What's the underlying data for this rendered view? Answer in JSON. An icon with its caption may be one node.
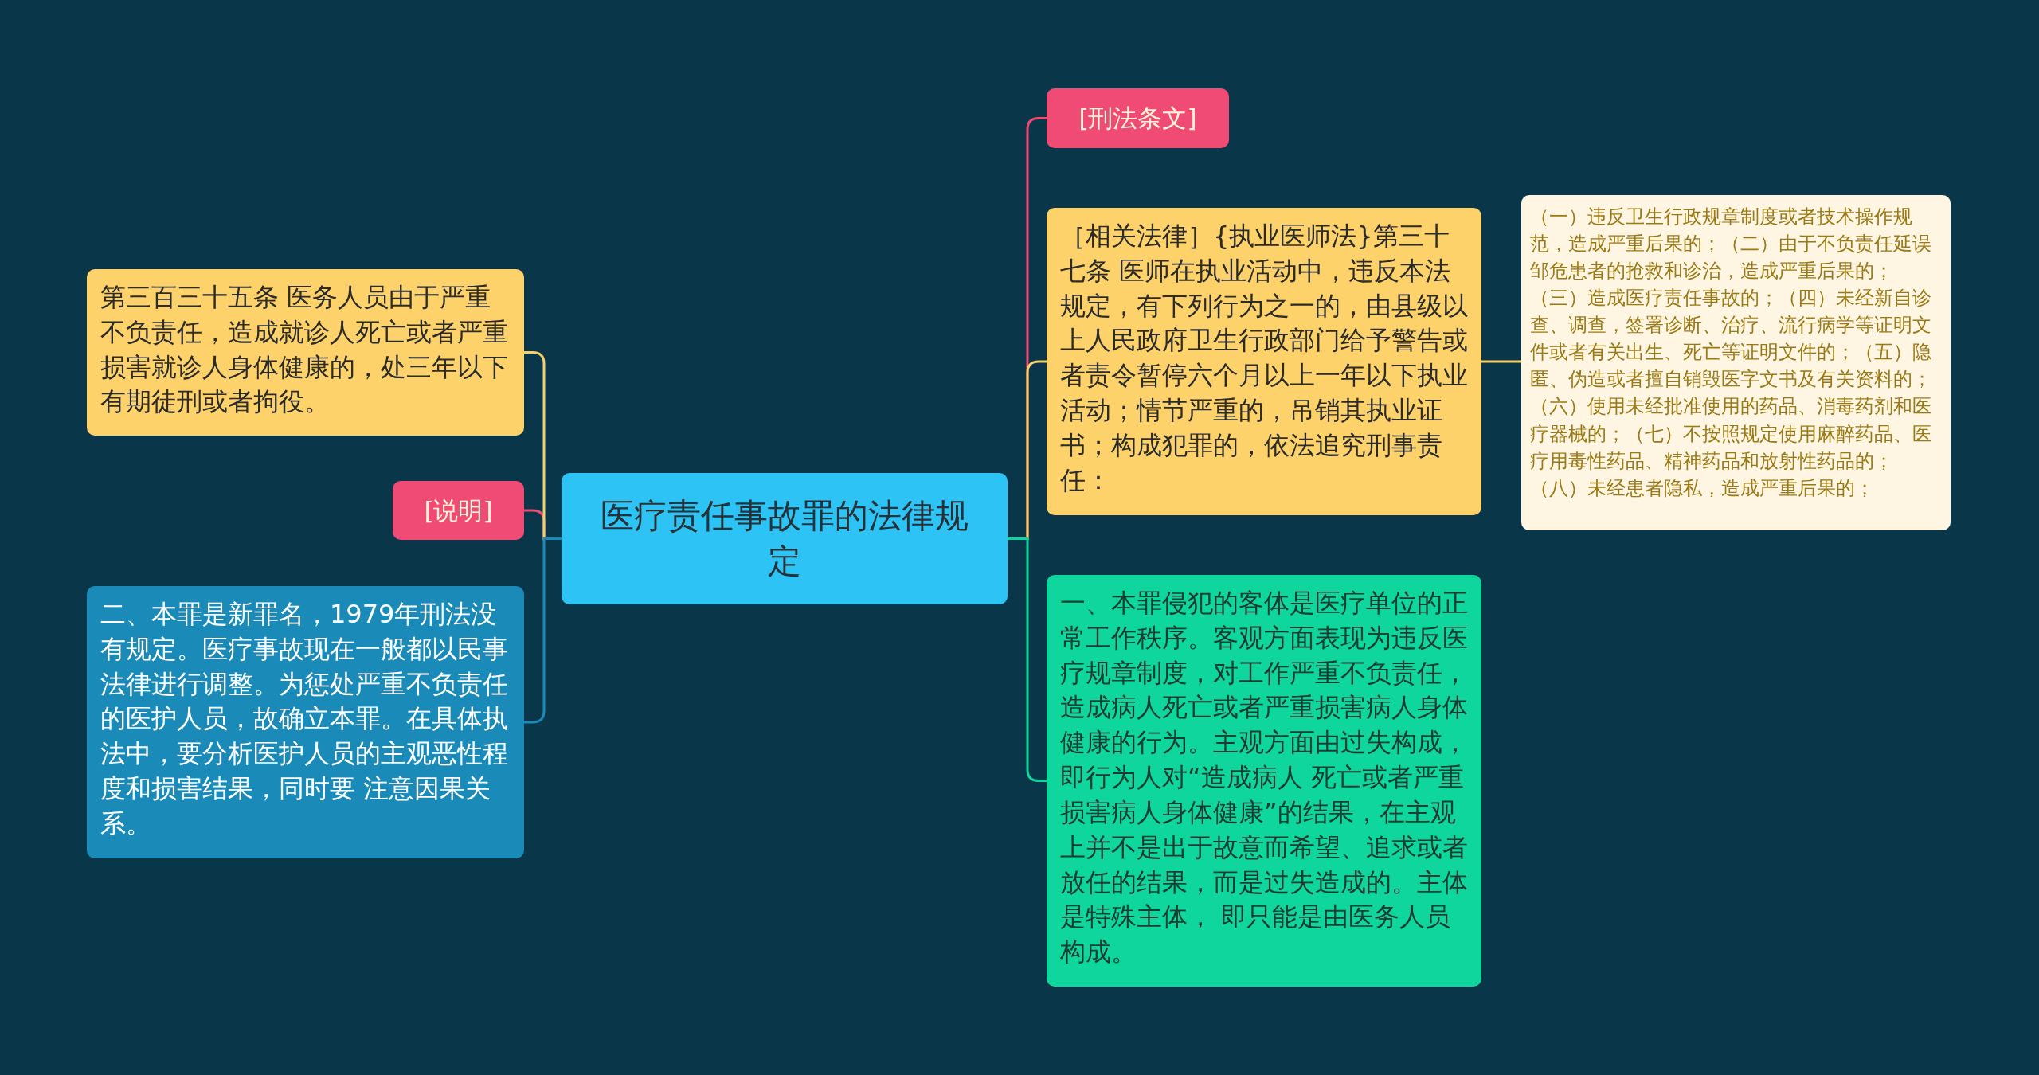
{
  "diagram": {
    "nodes": [
      {
        "text": [
          "医疗责任事故罪的法律规定"
        ]
      },
      {
        "text": [
          "[说明]"
        ]
      },
      {
        "text": [
          "第三百三十五条 医务人员由于严重不负责任，造成就诊人死亡或者严重损害就诊人身体健康的，处三年以下有期徒刑或者拘役。"
        ]
      },
      {
        "text": [
          "二、本罪是新罪名，1979年刑法没有规定。医疗事故现在一般都以民事法律进行调整。为惩处严重不负责任的医护人员，故确立本罪。在具体执法中，要分析医护人员的主观恶性程度和损害结果，同时要 注意因果关系。"
        ]
      },
      {
        "text": [
          "[刑法条文]"
        ]
      },
      {
        "text": [
          "［相关法律］{执业医师法}第三十七条 医师在执业活动中，违反本法规定，有下列行为之一的，由县级以上人民政府卫生行政部门给予警告或者责令暂停六个月以上一年以下执业活动；情节严重的，吊销其执业证书；构成犯罪的，依法追究刑事责任："
        ]
      },
      {
        "text": [
          "（一）违反卫生行政规章制度或者技术操作规范，造成严重后果的；（二）由于不负责任延误邹危患者的抢救和诊治，造成严重后果的；（三）造成医疗责任事故的；（四）未经新自诊查、调查，签署诊断、治疗、流行病学等证明文件或者有关出生、死亡等证明文件的；（五）隐匿、伪造或者擅自销毁医字文书及有关资料的；（六）使用未经批准使用的药品、消毒药剂和医疗器械的；（七）不按照规定使用麻醉药品、医疗用毒性药品、精神药品和放射性药品的；（八）未经患者隐私，造成严重后果的；"
        ]
      },
      {
        "text": [
          "一、本罪侵犯的客体是医疗单位的正常工作秩序。客观方面表现为违反医疗规章制度，对工作严重不负责任，造成病人死亡或者严重损害病人身体健康的行为。主观方面由过失构成，即行为人对“造成病人 死亡或者严重损害病人身体健康”的结果，在主观上并不是出于故意而希望、追求或者放任的结果，而是过失造成的。主体是特殊主体， 即只能是由医务人员构成。"
        ]
      }
    ],
    "edges": [
      {
        "from": 0,
        "to": 1,
        "arrow": "none",
        "color": "#ef4b74"
      },
      {
        "from": 0,
        "to": 2,
        "arrow": "none"
      },
      {
        "from": 0,
        "to": 3,
        "arrow": "none",
        "color": "#1a8bb9"
      },
      {
        "from": 0,
        "to": 4,
        "arrow": "none",
        "color": "#ef4b74"
      },
      {
        "from": 0,
        "to": 5,
        "arrow": "none"
      },
      {
        "from": 5,
        "to": 6,
        "arrow": "none"
      },
      {
        "from": 0,
        "to": 7,
        "arrow": "none",
        "color": "#0fd69c"
      }
    ]
  }
}
